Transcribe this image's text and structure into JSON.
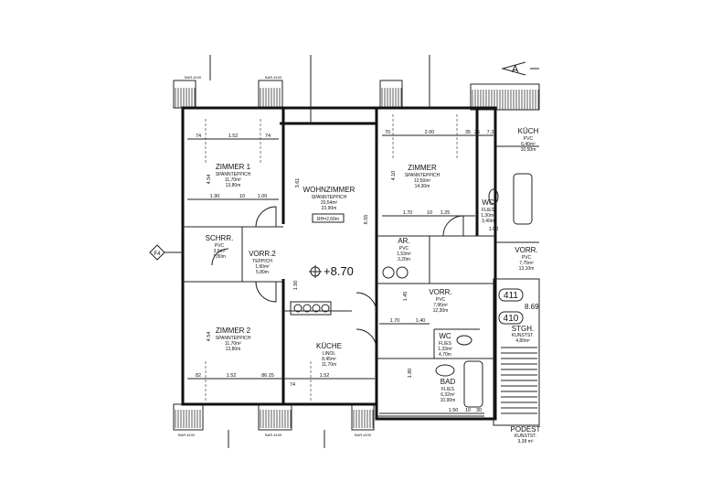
{
  "rooms": {
    "zimmer1": {
      "name": "ZIMMER 1",
      "floor": "SPANNTEPPICH",
      "area": "11,70m²",
      "area2": "13,80m"
    },
    "wohnzimmer": {
      "name": "WOHNZIMMER",
      "floor": "SPANNTEPPICH",
      "area": "20,54m²",
      "area2": "23,90m",
      "rh": "RH=2,60m"
    },
    "schrr": {
      "name": "SCHRR.",
      "floor": "PVC",
      "area": "3,6m²",
      "area2": "7,80m"
    },
    "vorr2": {
      "name": "VORR.2",
      "floor": "TEPPICH",
      "area": "1,90m²",
      "area2": "5,80m"
    },
    "zimmer2": {
      "name": "ZIMMER 2",
      "floor": "SPANNTEPPICH",
      "area": "11,70m²",
      "area2": "13,80m"
    },
    "kueche_left": {
      "name": "KÜCHE",
      "floor": "LINOL",
      "area": "8,45m²",
      "area2": "11,70m"
    },
    "zimmer": {
      "name": "ZIMMER",
      "floor": "SPANNTEPPICH",
      "area": "12,50m²",
      "area2": "14,30m"
    },
    "wc_top": {
      "name": "WC",
      "floor": "FLIES",
      "area": "1,30m²",
      "area2": "3,40m"
    },
    "kueche_right": {
      "name": "KÜCH",
      "floor": "PVC",
      "area": "6,40m²",
      "area2": "10,50m"
    },
    "ar": {
      "name": "AR.",
      "floor": "PVC",
      "area": "1,53m²",
      "area2": "3,20m"
    },
    "vorr_right_top": {
      "name": "VORR.",
      "floor": "PVC",
      "area": "7,75m²",
      "area2": "13,10m"
    },
    "vorr": {
      "name": "VORR.",
      "floor": "PVC",
      "area": "7,96m²",
      "area2": "12,30m"
    },
    "wc": {
      "name": "WC",
      "floor": "FLIES",
      "area": "1,33m²",
      "area2": "4,70m"
    },
    "bad": {
      "name": "BAD",
      "floor": "FLIES",
      "area": "6,32m²",
      "area2": "10,90m"
    },
    "stgh": {
      "name": "STGH.",
      "floor": "KUNSTST.",
      "area": "4,80m²"
    },
    "podest": {
      "name": "PODEST",
      "floor": "KUNSTST.",
      "area": "3,38 m²"
    }
  },
  "labels": {
    "elevation": "+8.70",
    "elevation_right": "8.69",
    "unit_411": "411",
    "unit_410": "410",
    "axis_marker": "A",
    "side_marker": "F4",
    "bar": "BAR #100"
  },
  "dimensions": {
    "z1": [
      "74",
      "1.52",
      "74",
      "1.90",
      "10",
      "1.00",
      "4.54"
    ],
    "wz": [
      "3.61",
      "6.55",
      "1.50"
    ],
    "z2": [
      "82",
      "1.52",
      "86 25",
      "74",
      "1.52",
      "4.54"
    ],
    "zr": [
      "70",
      "2.00",
      "35",
      "25",
      "7.32",
      "4.10",
      "1.70",
      "10",
      "1.25",
      "1.00"
    ],
    "vorr": [
      "1.70",
      "1.40",
      "1.45",
      "1.80",
      "1.50",
      "10",
      "30"
    ]
  }
}
